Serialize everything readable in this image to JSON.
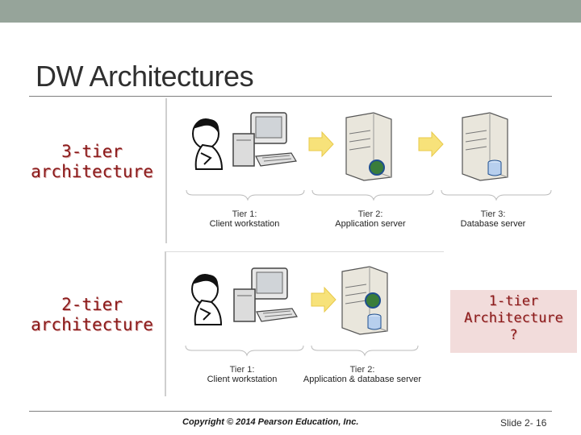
{
  "slide": {
    "title": "DW Architectures",
    "copyright": "Copyright © 2014 Pearson Education, Inc.",
    "slide_number": "Slide 2- 16"
  },
  "three_tier": {
    "label_line1": "3-tier",
    "label_line2": "architecture",
    "tiers": [
      {
        "number": "Tier 1:",
        "name": "Client workstation"
      },
      {
        "number": "Tier 2:",
        "name": "Application server"
      },
      {
        "number": "Tier 3:",
        "name": "Database server"
      }
    ]
  },
  "two_tier": {
    "label_line1": "2-tier",
    "label_line2": "architecture",
    "tiers": [
      {
        "number": "Tier 1:",
        "name": "Client workstation"
      },
      {
        "number": "Tier 2:",
        "name": "Application & database server"
      }
    ]
  },
  "callout": {
    "line1": "1-tier",
    "line2": "Architecture",
    "line3": "?"
  },
  "colors": {
    "accent_red": "#8b1a1a",
    "callout_bg": "#f2dcdb",
    "top_bar": "#96a49a",
    "arrow": "#f7e27a"
  }
}
